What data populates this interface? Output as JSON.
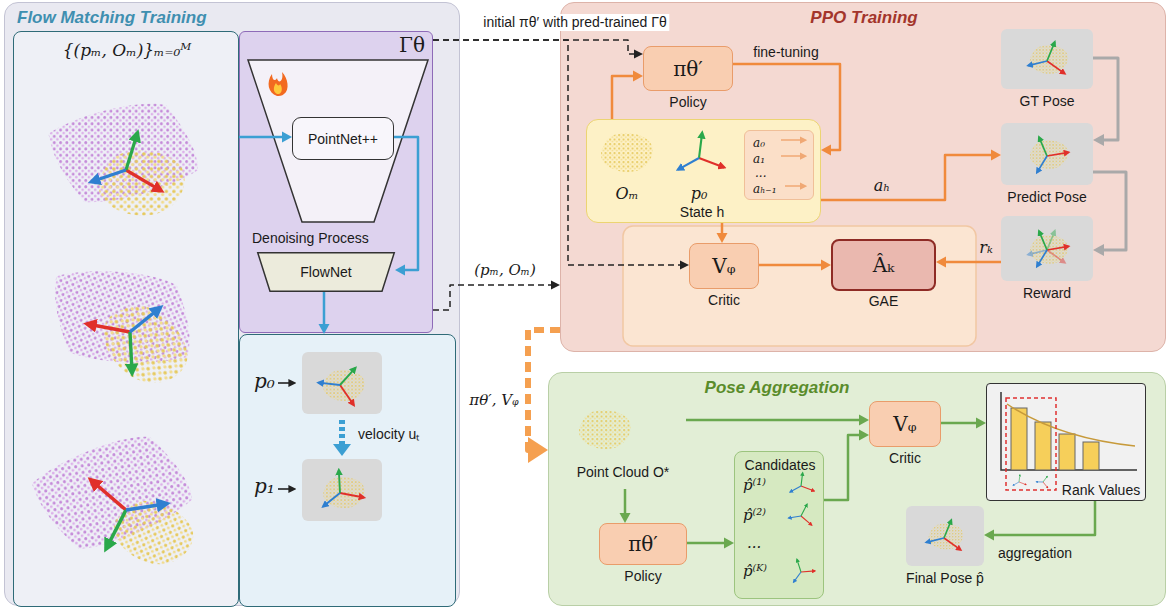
{
  "diagram": {
    "nodes": [
      {
        "text": [
          "Flow Matching Training"
        ]
      },
      {
        "text": [
          "{(pₘ, Oₘ)}ₘ₌₀ᴹ"
        ],
        "in": 0
      },
      {
        "text": [
          "Γθ",
          "Denoising Process"
        ],
        "in": 0
      },
      {
        "text": [
          "PointNet++"
        ],
        "in": 2
      },
      {
        "text": [
          "FlowNet"
        ],
        "in": 2
      },
      {
        "text": [
          "p₀",
          "velocity uₜ",
          "p₁"
        ],
        "in": 0
      },
      {
        "text": [
          "PPO Training"
        ]
      },
      {
        "text": [
          "πθ′",
          "Policy"
        ],
        "in": 6
      },
      {
        "text": [
          "Oₘ",
          "p₀",
          "State h"
        ],
        "in": 6
      },
      {
        "text": [
          "a₀",
          "a₁",
          "...",
          "aₕ₋₁"
        ],
        "in": 8
      },
      {
        "text": [
          "Vᵩ",
          "Critic"
        ],
        "in": 6
      },
      {
        "text": [
          "Âₖ",
          "GAE"
        ],
        "in": 6
      },
      {
        "text": [
          "GT Pose"
        ],
        "in": 6
      },
      {
        "text": [
          "Predict Pose"
        ],
        "in": 6
      },
      {
        "text": [
          "Reward"
        ],
        "in": 6
      },
      {
        "text": [
          "Pose Aggregation"
        ]
      },
      {
        "text": [
          "Point Cloud O*"
        ],
        "in": 15
      },
      {
        "text": [
          "πθ′",
          "Policy"
        ],
        "in": 15
      },
      {
        "text": [
          "Candidates",
          "p̂⁽¹⁾",
          "p̂⁽²⁾",
          "...",
          "p̂⁽ᴷ⁾"
        ],
        "in": 15
      },
      {
        "text": [
          "Vᵩ",
          "Critic"
        ],
        "in": 15
      },
      {
        "text": [
          "Rank Values"
        ],
        "in": 15
      },
      {
        "text": [
          "Final Pose p̂"
        ],
        "in": 15
      }
    ],
    "edges": [
      {
        "from": 1,
        "to": 3,
        "arrow": "to"
      },
      {
        "from": 3,
        "to": 4,
        "arrow": "to"
      },
      {
        "from": 4,
        "to": 5,
        "arrow": "to"
      },
      {
        "from": 2,
        "to": 7,
        "label": "initial πθ′ with pred-trained Γθ",
        "arrow": "to"
      },
      {
        "from": 2,
        "to": 10,
        "arrow": "to"
      },
      {
        "from": 2,
        "to": 6,
        "label": "(pₘ, Oₘ)",
        "arrow": "to"
      },
      {
        "from": 8,
        "to": 7,
        "arrow": "to"
      },
      {
        "from": 7,
        "to": 8,
        "label": "fine-tuning",
        "arrow": "to"
      },
      {
        "from": 8,
        "to": 13,
        "label": "aₕ",
        "arrow": "to"
      },
      {
        "from": 8,
        "to": 10,
        "arrow": "to"
      },
      {
        "from": 10,
        "to": 11,
        "arrow": "to"
      },
      {
        "from": 12,
        "to": 13,
        "arrow": "to"
      },
      {
        "from": 13,
        "to": 14,
        "arrow": "to"
      },
      {
        "from": 14,
        "to": 11,
        "label": "rₖ",
        "arrow": "to"
      },
      {
        "from": 6,
        "to": 15,
        "label": "πθ′, Vᵩ",
        "arrow": "to"
      },
      {
        "from": 16,
        "to": 17,
        "arrow": "to"
      },
      {
        "from": 17,
        "to": 18,
        "arrow": "to"
      },
      {
        "from": 16,
        "to": 19,
        "arrow": "to"
      },
      {
        "from": 18,
        "to": 19,
        "arrow": "to"
      },
      {
        "from": 19,
        "to": 20,
        "arrow": "to"
      },
      {
        "from": 20,
        "to": 21,
        "label": "aggregation",
        "arrow": "to"
      }
    ]
  }
}
